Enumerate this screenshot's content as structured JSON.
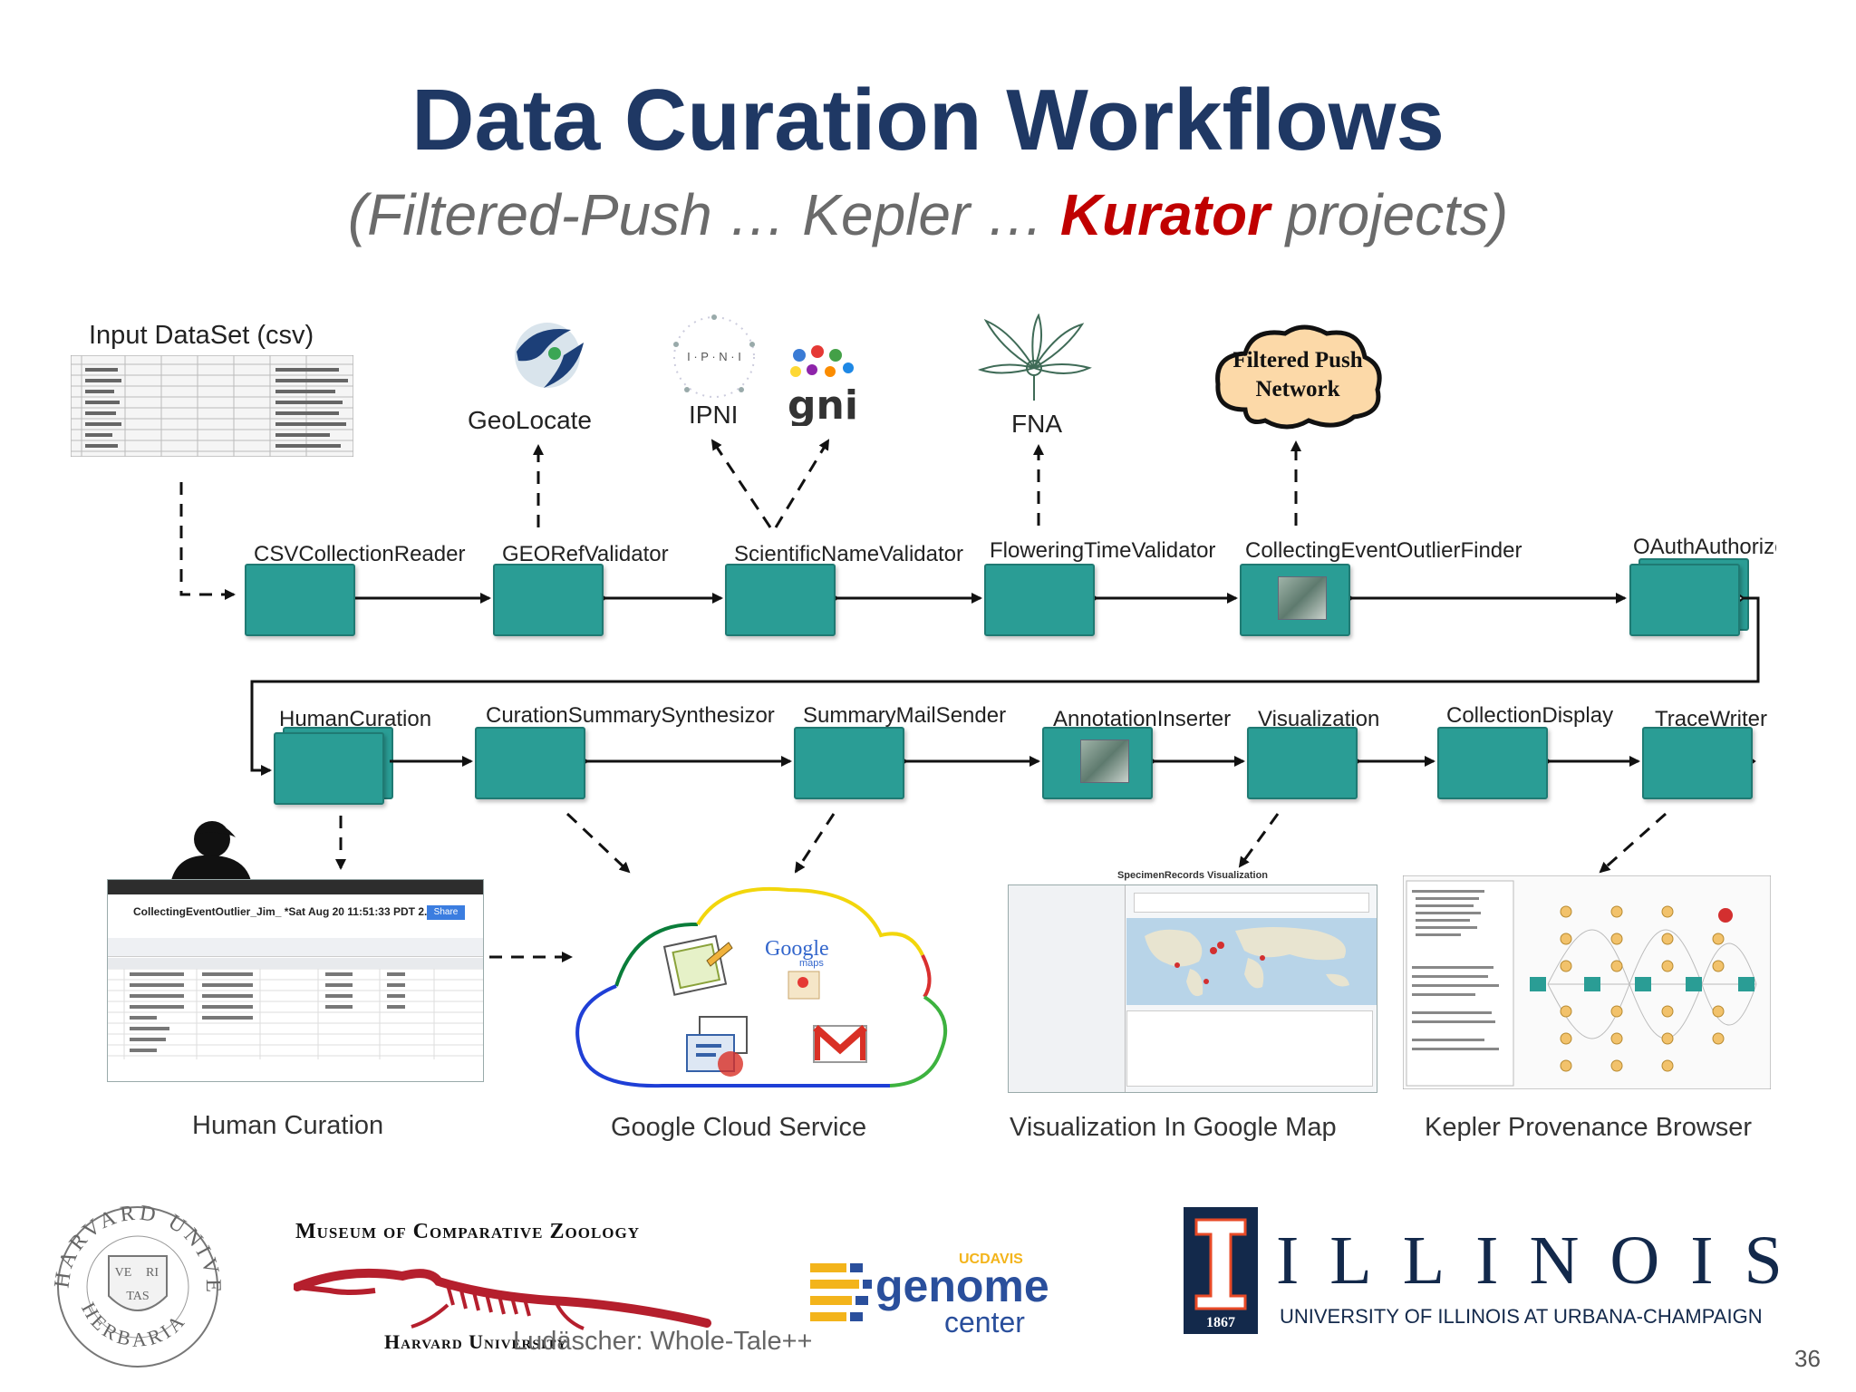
{
  "title": "Data Curation Workflows",
  "subtitle": {
    "open": "(Filtered-Push … Kepler … ",
    "highlight": "Kurator",
    "close": " projects)"
  },
  "input_dataset": {
    "label": "Input DataSet (csv)"
  },
  "services": {
    "geolocate": "GeoLocate",
    "ipni": "IPNI",
    "ipni_logo_text": "I · P · N · I",
    "gni": "gni",
    "fna": "FNA",
    "filtered_push_line1": "Filtered Push",
    "filtered_push_line2": "Network"
  },
  "actors_row1": [
    "CSVCollectionReader",
    "GEORefValidator",
    "ScientificNameValidator",
    "FloweringTimeValidator",
    "CollectingEventOutlierFinder",
    "OAuthAuthorizo"
  ],
  "actors_row2": [
    "HumanCuration",
    "CurationSummarySynthesizor",
    "SummaryMailSender",
    "AnnotationInserter",
    "Visualization",
    "CollectionDisplay",
    "TraceWriter"
  ],
  "spreadsheet": {
    "doc_title": "CollectingEventOutlier_Jim_ *Sat Aug 20 11:51:33 PDT 2...",
    "share_button": "Share"
  },
  "map_shot": {
    "title": "SpecimenRecords Visualization"
  },
  "captions": {
    "human_curation": "Human Curation",
    "google_cloud": "Google Cloud Service",
    "visualization": "Visualization In Google Map",
    "provenance": "Kepler Provenance Browser"
  },
  "cloud_icons": {
    "google_maps": "Google",
    "maps_sub": "maps"
  },
  "logos": {
    "harvard_seal_top": "HARVARD UNIVERSITY",
    "harvard_seal_bottom": "HERBARIA",
    "harvard_seal_ve": "VE",
    "harvard_seal_ri": "RI",
    "harvard_seal_tas": "TAS",
    "mcz_top": "Museum of Comparative Zoology",
    "mcz_bottom": "Harvard University",
    "ucdavis": "UCDAVIS",
    "genome": "genome",
    "center": "center",
    "illinois": "ILLINOIS",
    "illinois_sub": "UNIVERSITY OF ILLINOIS AT URBANA-CHAMPAIGN",
    "illinois_year": "1867"
  },
  "footer": "Ludäscher: Whole-Tale++",
  "page_number": "36",
  "colors": {
    "title": "#1f3864",
    "accent_red": "#c00000",
    "actor_teal": "#2a9d95",
    "illinois_blue": "#13294b",
    "illinois_orange": "#e84a27"
  }
}
